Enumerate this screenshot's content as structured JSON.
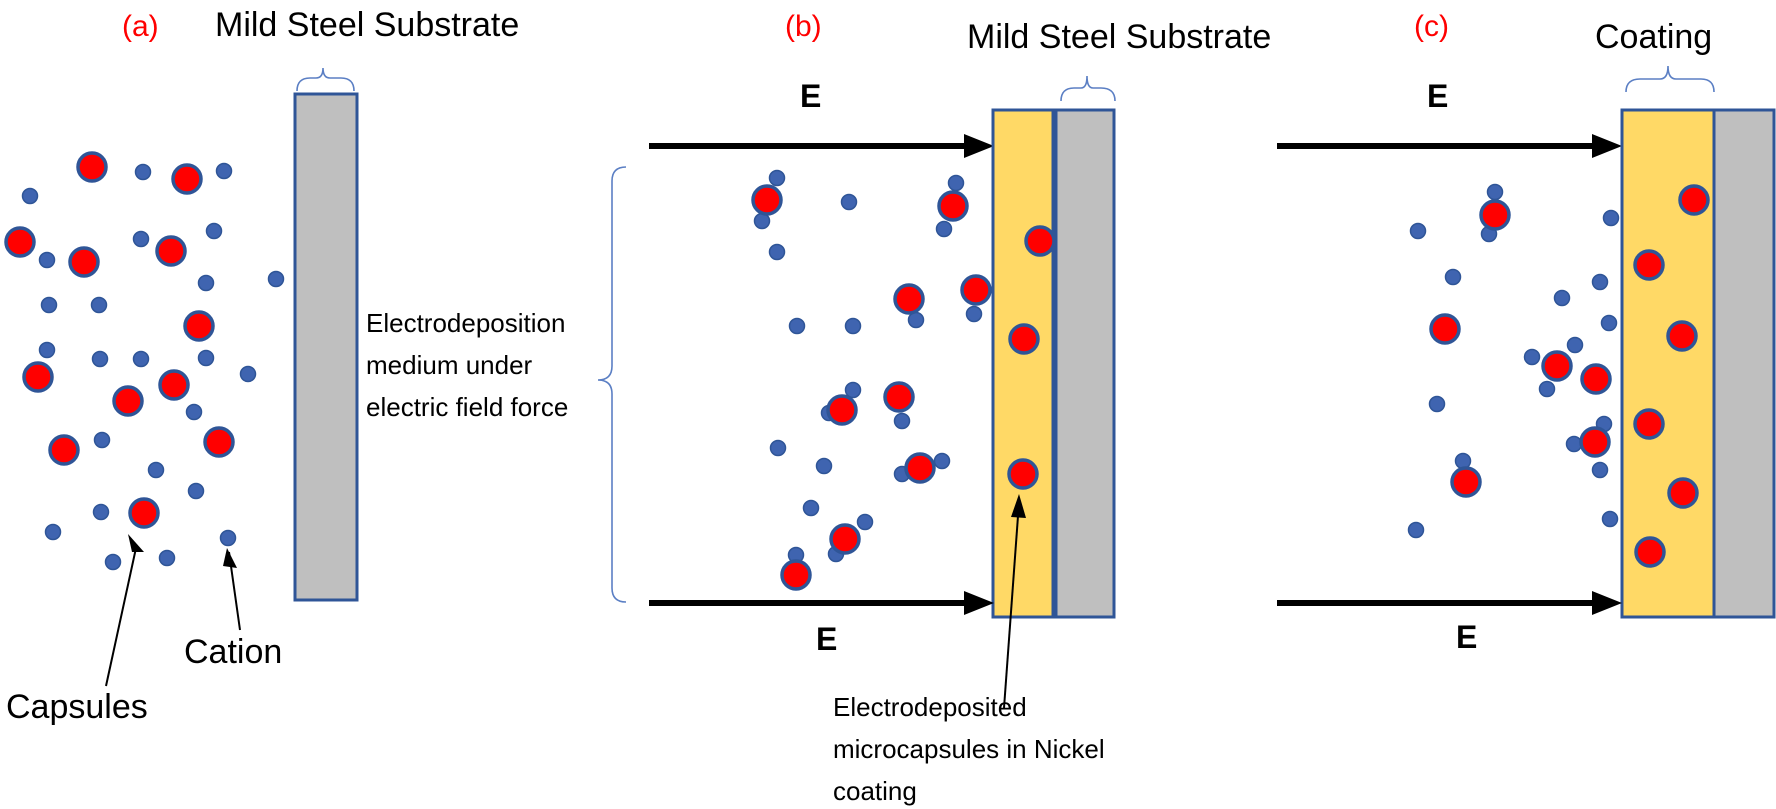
{
  "panels": {
    "a": {
      "tag": "(a)",
      "substrate_label": "Mild Steel Substrate",
      "capsules_label": "Capsules",
      "cation_label": "Cation"
    },
    "b": {
      "tag": "(b)",
      "substrate_label": "Mild Steel Substrate",
      "field_top": "E",
      "field_bottom": "E",
      "medium_label": [
        "Electrodeposition",
        "medium under",
        "electric field force"
      ],
      "deposit_label": [
        "Electrodeposited",
        "microcapsules in Nickel",
        "coating"
      ]
    },
    "c": {
      "tag": "(c)",
      "coating_label": "Coating",
      "field_top": "E",
      "field_bottom": "E"
    }
  },
  "colors": {
    "capsule_fill": "#ff0000",
    "particle_stroke": "#2f5597",
    "cation_fill": "#3f64b0",
    "substrate_fill": "#bfbfbf",
    "coating_fill": "#ffd966",
    "panel_tag": "#ff0000"
  }
}
